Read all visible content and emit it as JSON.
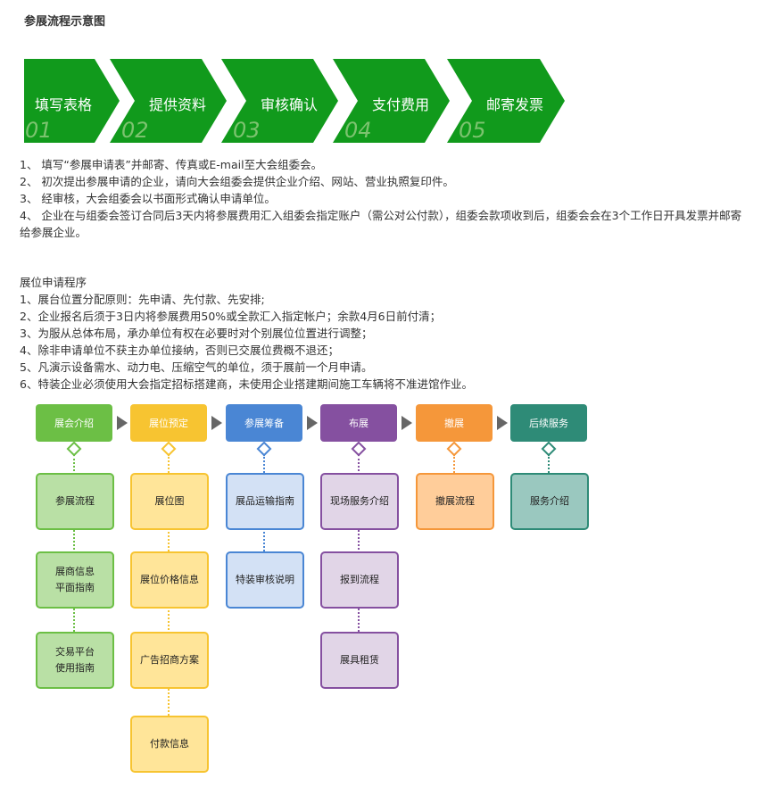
{
  "title": "参展流程示意图",
  "steps": [
    {
      "label": "填写表格",
      "num": "01"
    },
    {
      "label": "提供资料",
      "num": "02"
    },
    {
      "label": "审核确认",
      "num": "03"
    },
    {
      "label": "支付费用",
      "num": "04"
    },
    {
      "label": "邮寄发票",
      "num": "05"
    }
  ],
  "intro": [
    "1、  填写“参展申请表”并邮寄、传真或E-mail至大会组委会。",
    "2、  初次提出参展申请的企业，请向大会组委会提供企业介绍、网站、营业执照复印件。",
    "3、  经审核，大会组委会以书面形式确认申请单位。",
    "4、  企业在与组委会签订合同后3天内将参展费用汇入组委会指定账户（需公对公付款），组委会款项收到后，组委会会在3个工作日开具发票并邮寄给参展企业。"
  ],
  "booth": {
    "heading": "展位申请程序",
    "items": [
      "1、展台位置分配原则：先申请、先付款、先安排;",
      "2、企业报名后须于3日内将参展费用50%或全款汇入指定帐户；余款4月6日前付清；",
      "3、为服从总体布局，承办单位有权在必要时对个别展位位置进行调整；",
      "4、除非申请单位不获主办单位接纳，否则已交展位费概不退还；",
      "5、凡演示设备需水、动力电、压缩空气的单位，须于展前一个月申请。",
      "6、特装企业必须使用大会指定招标搭建商，未使用企业搭建期间施工车辆将不准进馆作业。"
    ]
  },
  "flow": {
    "columns": [
      {
        "header": "展会介绍",
        "color": "#6cbf45",
        "light": "#b9e0a5",
        "items": [
          "参展流程",
          "展商信息\n平面指南",
          "交易平台\n使用指南"
        ]
      },
      {
        "header": "展位预定",
        "color": "#f7c431",
        "light": "#ffe599",
        "items": [
          "展位图",
          "展位价格信息",
          "广告招商方案",
          "付款信息"
        ]
      },
      {
        "header": "参展筹备",
        "color": "#4a86d4",
        "light": "#d3e1f5",
        "items": [
          "展品运输指南",
          "特装审核说明"
        ]
      },
      {
        "header": "布展",
        "color": "#8550a0",
        "light": "#e1d5e7",
        "items": [
          "现场服务介绍",
          "报到流程",
          "展具租赁"
        ]
      },
      {
        "header": "撤展",
        "color": "#f5973a",
        "light": "#ffcd9a",
        "items": [
          "撤展流程"
        ]
      },
      {
        "header": "后续服务",
        "color": "#2e8b77",
        "light": "#9ac8bf",
        "items": [
          "服务介绍"
        ]
      }
    ]
  }
}
